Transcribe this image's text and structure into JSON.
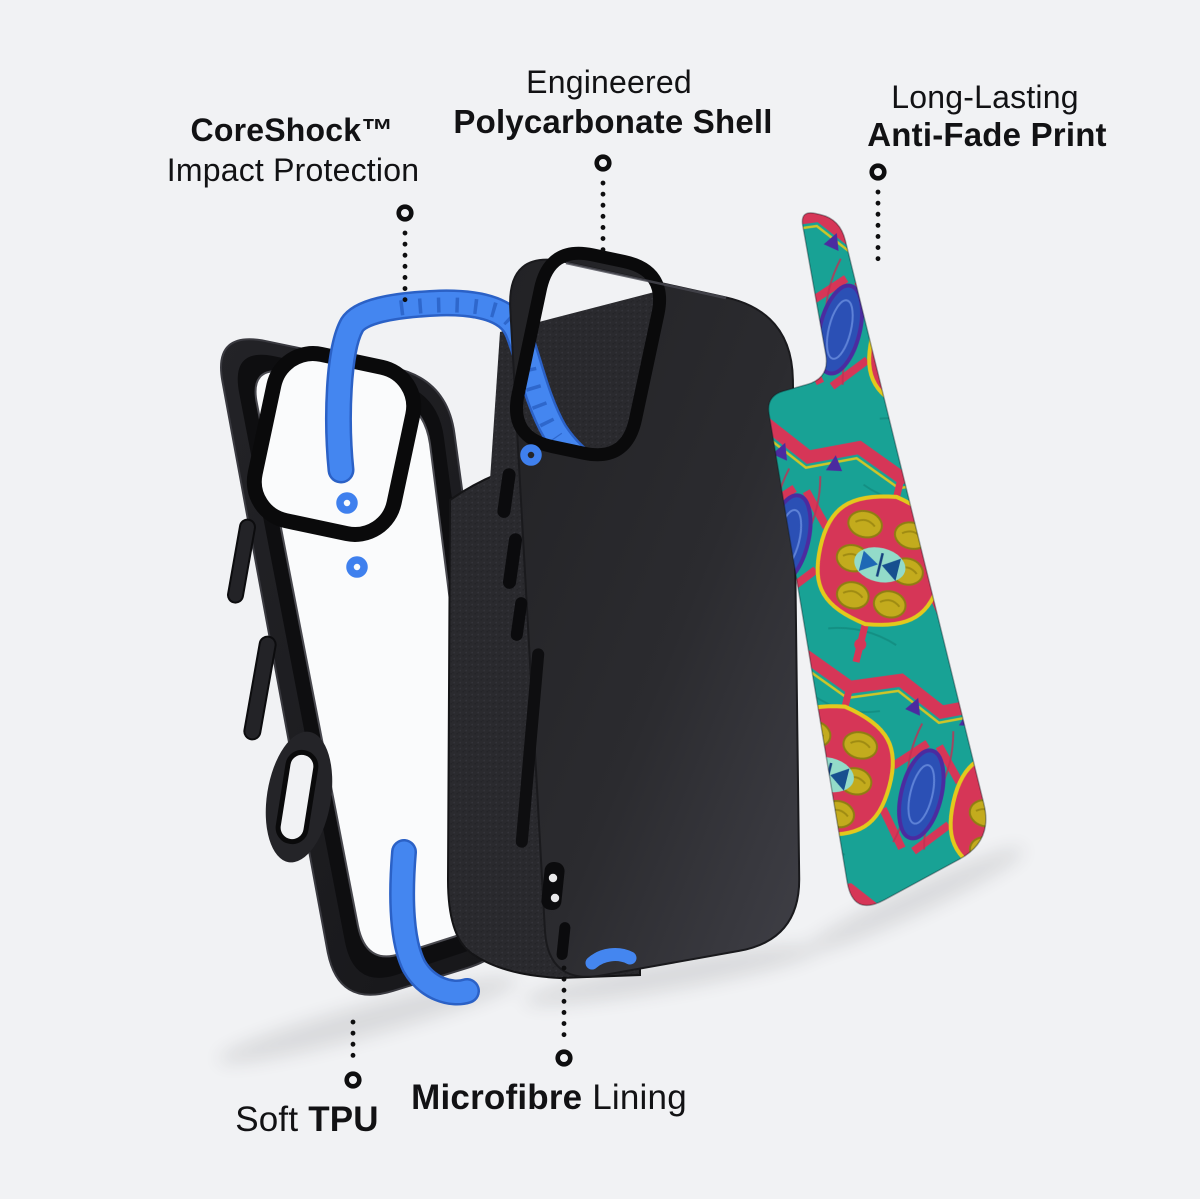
{
  "scene": {
    "background": "#f1f2f4",
    "accent_blue": "#4285ee",
    "ink": "#121214"
  },
  "callouts": {
    "coreshock": {
      "line1": "CoreShock™",
      "line2": "Impact Protection"
    },
    "polycarbonate": {
      "line1": "Engineered",
      "line2": "Polycarbonate Shell"
    },
    "antifade": {
      "line1": "Long-Lasting",
      "line2": "Anti-Fade Print"
    },
    "soft_tpu": {
      "lead": "Soft ",
      "emph": "TPU"
    },
    "microfibre": {
      "emph": "Microfibre",
      "tail": " Lining"
    }
  },
  "print_pattern_colors": {
    "teal": "#18a295",
    "crimson": "#d63657",
    "yellow": "#c3ab1d",
    "royal_blue": "#2b50b5",
    "purple": "#4b2ba0",
    "light_teal": "#93dbc9",
    "bow_blue": "#1e68b5"
  }
}
